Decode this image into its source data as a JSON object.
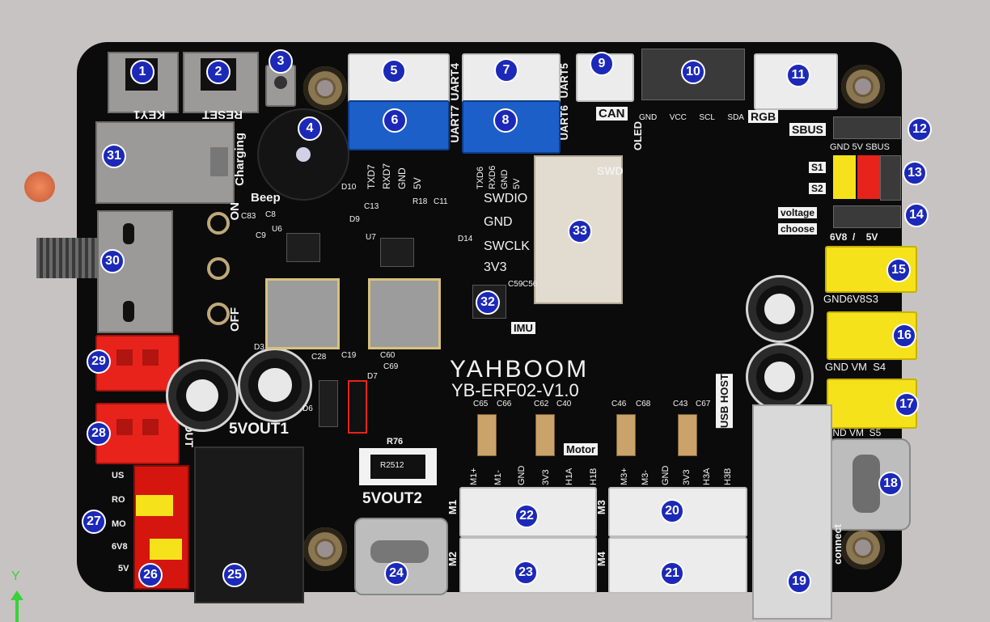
{
  "board": {
    "brand": "YAHBOOM",
    "model": "YB-ERF02-V1.0"
  },
  "labels": {
    "key1": "KEY1",
    "reset": "RESET",
    "charging": "Charging",
    "beep": "Beep",
    "on": "ON",
    "off": "OFF",
    "mout": "MOUT",
    "out_5v1": "5VOUT1",
    "out_5v2": "5VOUT2",
    "uart7": "UART7",
    "uart4": "UART4",
    "uart6": "UART6",
    "uart5": "UART5",
    "can": "CAN",
    "oled": "OLED",
    "rgb": "RGB",
    "sbus": "SBUS",
    "s1": "S1",
    "s2": "S2",
    "voltage": "voltage",
    "choose": "choose",
    "v_select": "6V8  /    5V",
    "servo_top": "GND 5V SBUS",
    "s3_label": "GND6V8S3",
    "s4_label": "GND VM  S4",
    "s5_label": "GND VM  S5",
    "swd": "SWD",
    "swdio": "SWDIO",
    "gnd": "GND",
    "swclk": "SWCLK",
    "v3v3": "3V3",
    "imu": "IMU",
    "motor": "Motor",
    "usb_host": "USB HOST",
    "connect": "connect",
    "r76": "R76",
    "r2512": "R2512",
    "us": "US",
    "ro": "RO",
    "mo": "MO",
    "v6v8": "6V8",
    "v5v": "5V",
    "y_axis": "Y",
    "oled_pins": [
      "GND",
      "VCC",
      "SCL",
      "SDA"
    ],
    "uart7_pins": [
      "TXD7",
      "RXD7",
      "GND",
      "5V"
    ],
    "uart6_pins": [
      "TXD6",
      "RXD6",
      "GND",
      "5V"
    ],
    "m1_pins": [
      "M1+",
      "M1-",
      "GND",
      "3V3",
      "H1A",
      "H1B"
    ],
    "m3_pins": [
      "M3+",
      "M3-",
      "GND",
      "3V3",
      "H3A",
      "H3B"
    ],
    "m1": "M1",
    "m2": "M2",
    "m3": "M3",
    "m4": "M4",
    "parts": {
      "c83": "C83",
      "c9": "C9",
      "c8": "C8",
      "u6": "U6",
      "u7": "U7",
      "d9": "D9",
      "c13": "C13",
      "r18": "R18",
      "c11": "C11",
      "d14": "D14",
      "c59": "C59",
      "c56": "C56",
      "c65": "C65",
      "c66": "C66",
      "c62": "C62",
      "c40": "C40",
      "c46": "C46",
      "c68": "C68",
      "c43": "C43",
      "c67": "C67",
      "c28": "C28",
      "c19": "C19",
      "c60": "C60",
      "c69": "C69",
      "d7": "D7",
      "d3": "D3",
      "d6": "D6",
      "d10": "D10"
    }
  },
  "badges": [
    "1",
    "2",
    "3",
    "4",
    "5",
    "6",
    "7",
    "8",
    "9",
    "10",
    "11",
    "12",
    "13",
    "14",
    "15",
    "16",
    "17",
    "18",
    "19",
    "20",
    "21",
    "22",
    "23",
    "24",
    "25",
    "26",
    "27",
    "28",
    "29",
    "30",
    "31",
    "32",
    "33"
  ],
  "colors": {
    "board": "#0b0b0b",
    "badge": "#1c29b8",
    "connector_blue": "#1c5fc9",
    "connector_yellow": "#f6e21b",
    "connector_red": "#e8231b",
    "connector_white": "#ececec"
  }
}
